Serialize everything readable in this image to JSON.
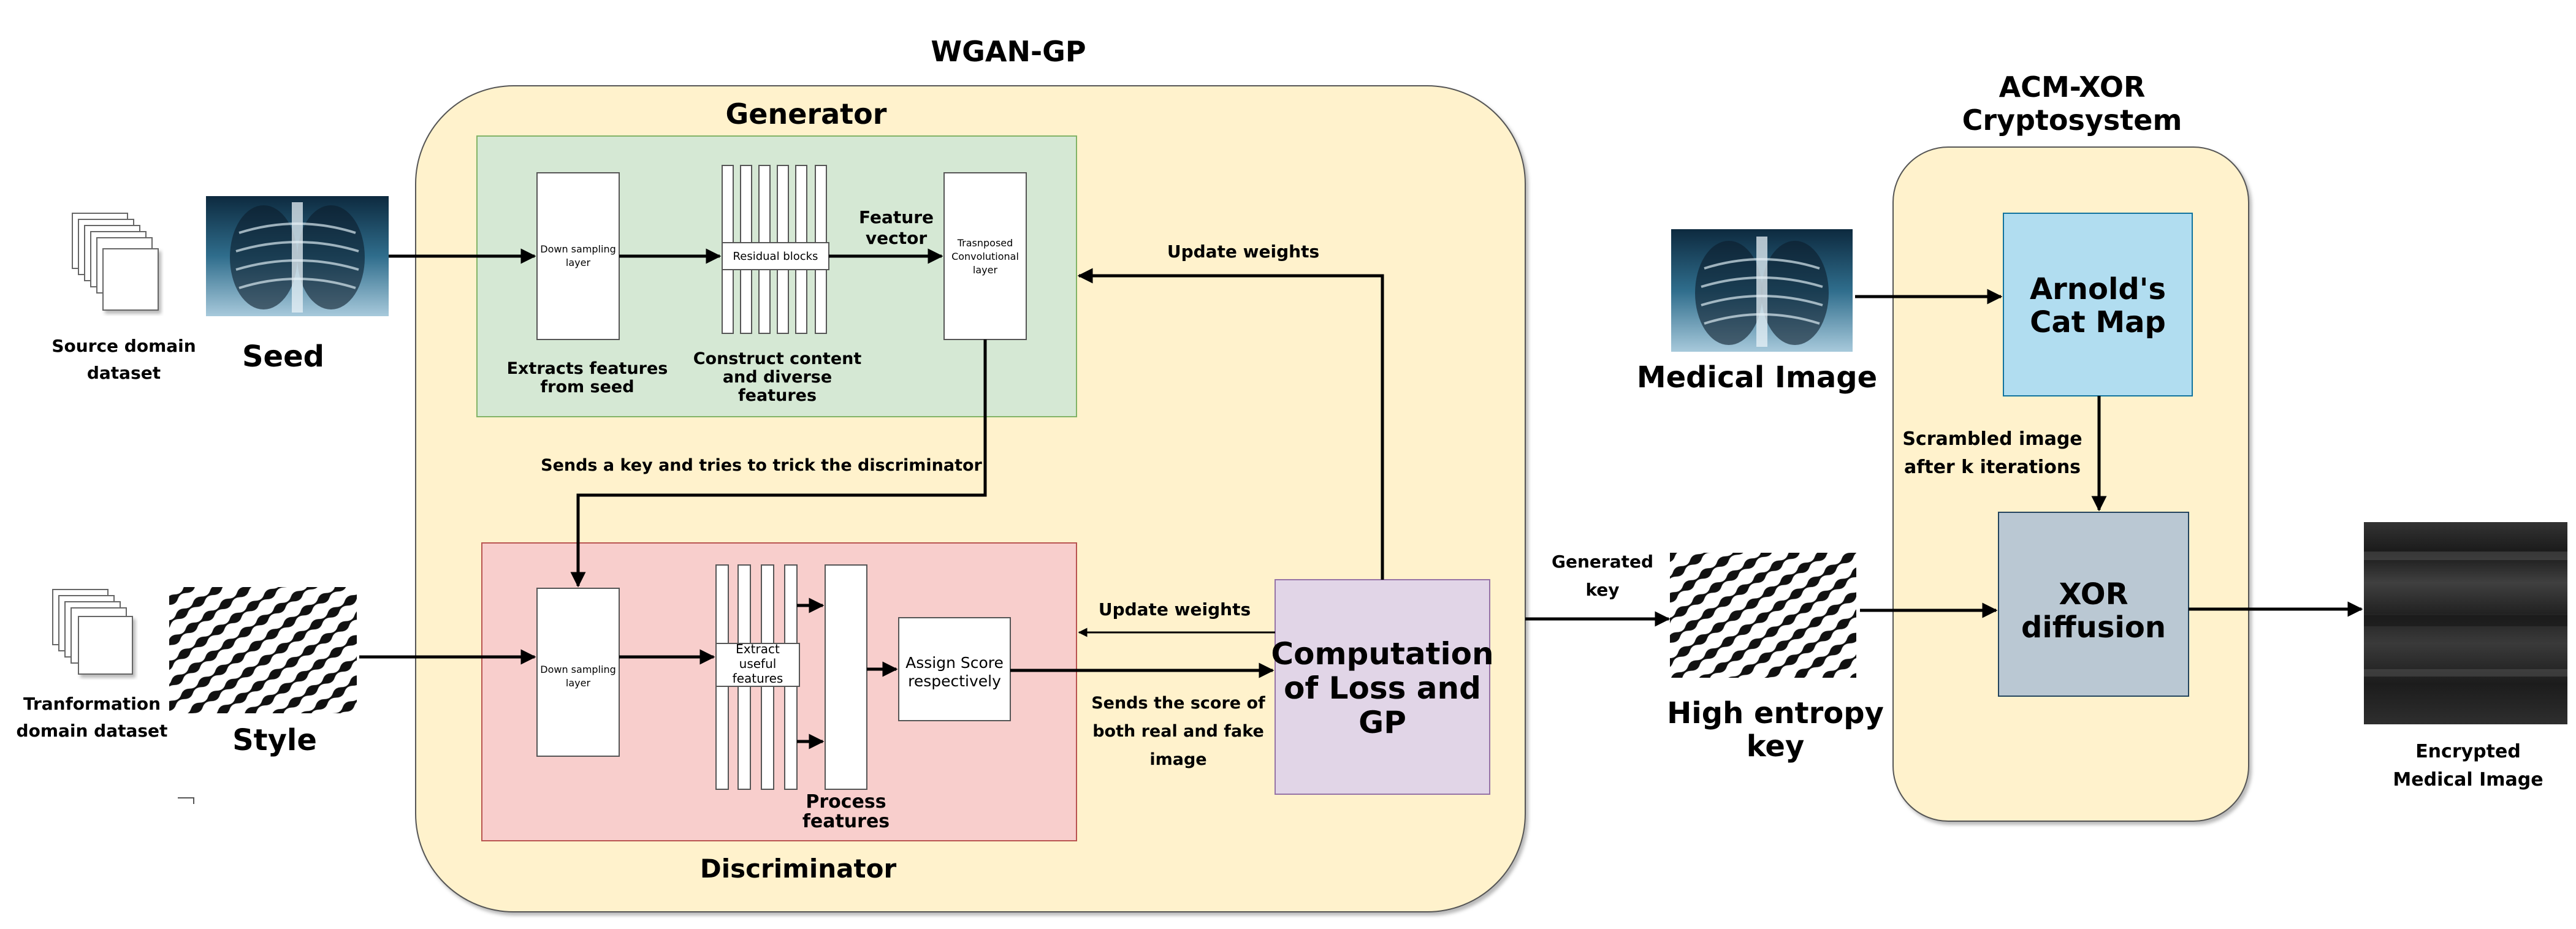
{
  "titles": {
    "wgan": "WGAN-GP",
    "generator": "Generator",
    "discriminator": "Discriminator",
    "acm_line1": "ACM-XOR",
    "acm_line2": "Cryptosystem"
  },
  "inputs": {
    "source_line1": "Source domain",
    "source_line2": "dataset",
    "seed": "Seed",
    "transform_line1": "Tranformation",
    "transform_line2": "domain dataset",
    "style": "Style"
  },
  "generator": {
    "down_line1": "Down sampling",
    "down_line2": "layer",
    "residual": "Residual blocks",
    "feature_line1": "Feature",
    "feature_line2": "vector",
    "trans_line1": "Trasnposed",
    "trans_line2": "Convolutional",
    "trans_line3": "layer",
    "extract_line1": "Extracts features",
    "extract_line2": "from seed",
    "construct_line1": "Construct content",
    "construct_line2": "and diverse",
    "construct_line3": "features"
  },
  "discriminator": {
    "down_line1": "Down sampling",
    "down_line2": "layer",
    "extract_line1": "Extract",
    "extract_line2": "useful",
    "extract_line3": "features",
    "assign_line1": "Assign Score",
    "assign_line2": "respectively",
    "process_line1": "Process",
    "process_line2": "features"
  },
  "loss": {
    "line1": "Computation",
    "line2": "of Loss and",
    "line3": "GP"
  },
  "flow": {
    "sends_key": "Sends a key and tries to trick the discriminator",
    "update_weights_top": "Update weights",
    "update_weights_mid": "Update weights",
    "sends_score_line1": "Sends the score of",
    "sends_score_line2": "both real and fake",
    "sends_score_line3": "image",
    "generated_line1": "Generated",
    "generated_line2": "key"
  },
  "crypto": {
    "medical_image": "Medical Image",
    "arnold_line1": "Arnold's",
    "arnold_line2": "Cat Map",
    "scrambled_line1": "Scrambled image",
    "scrambled_line2": "after k iterations",
    "xor_line1": "XOR",
    "xor_line2": "diffusion",
    "high_line1": "High entropy",
    "high_line2": "key",
    "encrypted_line1": "Encrypted",
    "encrypted_line2": "Medical Image"
  },
  "colors": {
    "wgan_bg": "#fff2cc",
    "generator_bg": "#d5e8d4",
    "discriminator_bg": "#f8cecc",
    "loss_bg": "#e1d5e7",
    "arnold_bg": "#b1ddf0",
    "xor_bg": "#bac8d3"
  }
}
